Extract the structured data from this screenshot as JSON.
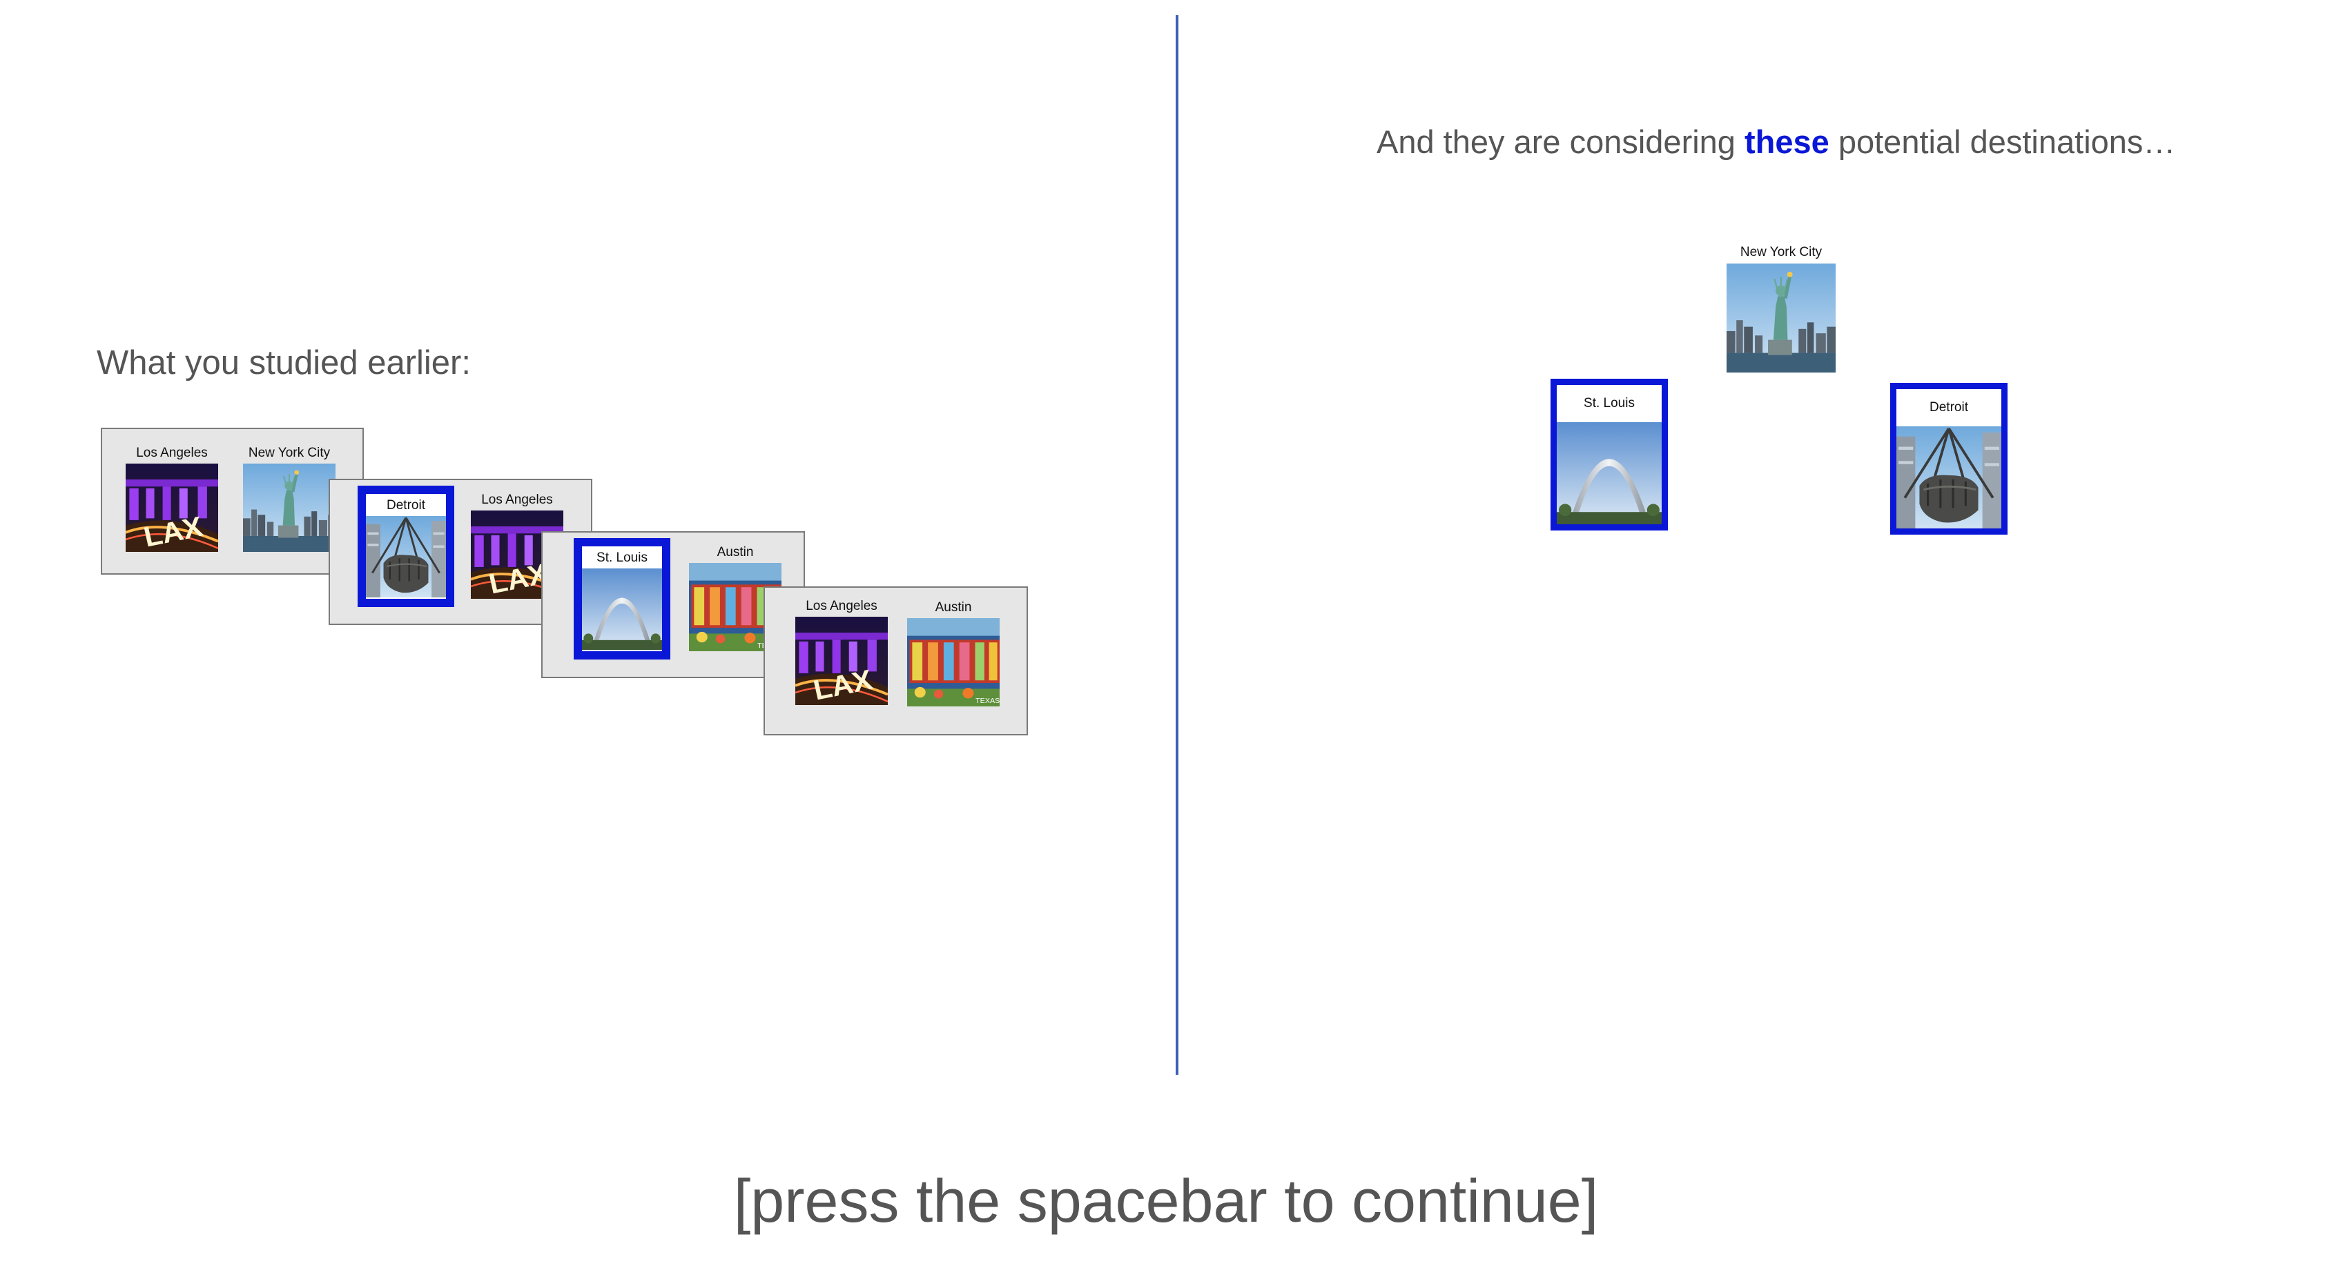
{
  "instructions": {
    "left_heading": "What you studied earlier:",
    "right_heading_before": "And they are considering ",
    "right_heading_emphasis": "these",
    "right_heading_after": " potential destinations…",
    "continue_prompt": "[press the spacebar to continue]"
  },
  "studied_cards": [
    {
      "left": {
        "city": "Los Angeles",
        "icon": "lax-sign-photo",
        "selected": false
      },
      "right": {
        "city": "New York City",
        "icon": "statue-of-liberty-photo",
        "selected": false
      }
    },
    {
      "left": {
        "city": "Detroit",
        "icon": "joe-louis-fist-photo",
        "selected": true
      },
      "right": {
        "city": "Los Angeles",
        "icon": "lax-sign-photo",
        "selected": false
      }
    },
    {
      "left": {
        "city": "St. Louis",
        "icon": "gateway-arch-photo",
        "selected": true
      },
      "right": {
        "city": "Austin",
        "icon": "austin-postcard-photo",
        "selected": false
      }
    },
    {
      "left": {
        "city": "Los Angeles",
        "icon": "lax-sign-photo",
        "selected": false
      },
      "right": {
        "city": "Austin",
        "icon": "austin-postcard-photo",
        "selected": false
      }
    }
  ],
  "destinations": {
    "top": {
      "city": "New York City",
      "icon": "statue-of-liberty-photo",
      "selected": false
    },
    "left": {
      "city": "St. Louis",
      "icon": "gateway-arch-photo",
      "selected": true
    },
    "right": {
      "city": "Detroit",
      "icon": "joe-louis-fist-photo",
      "selected": true
    }
  },
  "colors": {
    "highlight": "#0a17d6",
    "divider": "#3f5fb5",
    "text": "#555555",
    "card_bg": "#e6e6e6"
  }
}
